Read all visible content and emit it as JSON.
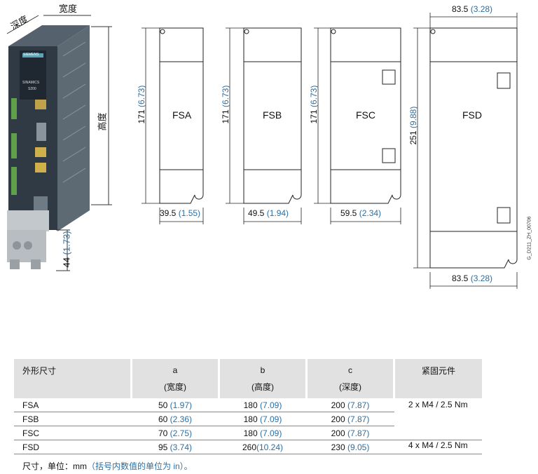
{
  "drawing": {
    "product_labels": {
      "brand": "SIEMENS",
      "name": "SINAMICS",
      "model": "S200"
    },
    "device_dims": {
      "depth": "深度",
      "width": "宽度",
      "height": "高度",
      "base": "44",
      "base_in": "(1.73)"
    },
    "frames": [
      {
        "name": "FSA",
        "height": "171",
        "height_in": "(6.73)",
        "width": "39.5",
        "width_in": "(1.55)"
      },
      {
        "name": "FSB",
        "height": "171",
        "height_in": "(6.73)",
        "width": "49.5",
        "width_in": "(1.94)"
      },
      {
        "name": "FSC",
        "height": "171",
        "height_in": "(6.73)",
        "width": "59.5",
        "width_in": "(2.34)"
      },
      {
        "name": "FSD",
        "height": "251",
        "height_in": "(9.88)",
        "width_top": "83.5",
        "width_top_in": "(3.28)",
        "width_bottom": "83.5",
        "width_bottom_in": "(3.28)"
      }
    ],
    "code": "G_D211_ZH_00706"
  },
  "table": {
    "headers": [
      {
        "title": "外形尺寸",
        "sub": ""
      },
      {
        "title": "a",
        "sub": "(宽度)"
      },
      {
        "title": "b",
        "sub": "(高度)"
      },
      {
        "title": "c",
        "sub": "(深度)"
      },
      {
        "title": "紧固元件",
        "sub": ""
      }
    ],
    "rows": [
      {
        "size": "FSA",
        "a": "50",
        "a_in": "(1.97)",
        "b": "180",
        "b_in": "(7.09)",
        "c": "200",
        "c_in": "(7.87)",
        "fastener": "2 x M4 / 2.5 Nm"
      },
      {
        "size": "FSB",
        "a": "60",
        "a_in": "(2.36)",
        "b": "180",
        "b_in": "(7.09)",
        "c": "200",
        "c_in": "(7.87)",
        "fastener": ""
      },
      {
        "size": "FSC",
        "a": "70",
        "a_in": "(2.75)",
        "b": "180",
        "b_in": "(7.09)",
        "c": "200",
        "c_in": "(7.87)",
        "fastener": ""
      },
      {
        "size": "FSD",
        "a": "95",
        "a_in": "(3.74)",
        "b": "260",
        "b_in": "(10.24)",
        "c": "230",
        "c_in": "(9.05)",
        "fastener": "4 x M4 / 2.5 Nm"
      }
    ]
  },
  "footnote": {
    "prefix": "尺寸，单位：mm",
    "note": "（括号内数值的单位为 in）。"
  },
  "colors": {
    "accent": "#2a6fa5",
    "header_bg": "#e1e1e1",
    "device_body": "#2f3a44"
  }
}
